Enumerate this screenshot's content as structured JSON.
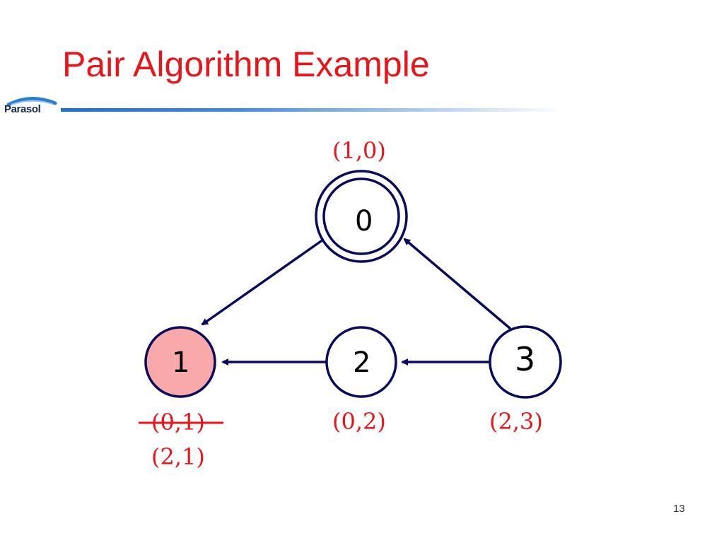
{
  "title": "Pair Algorithm Example",
  "logo": {
    "text": "Parasol"
  },
  "slide_number": "13",
  "nodes": [
    {
      "id": "0",
      "label": "0",
      "pair": "(1,0)",
      "highlighted": false,
      "root": true
    },
    {
      "id": "1",
      "label": "1",
      "pair_struck": "(0,1)",
      "pair": "(2,1)",
      "highlighted": true,
      "root": false
    },
    {
      "id": "2",
      "label": "2",
      "pair": "(0,2)",
      "highlighted": false,
      "root": false
    },
    {
      "id": "3",
      "label": "3",
      "pair": "(2,3)",
      "highlighted": false,
      "root": false
    }
  ],
  "edges": [
    {
      "from": "0",
      "to": "1"
    },
    {
      "from": "2",
      "to": "1"
    },
    {
      "from": "3",
      "to": "2"
    },
    {
      "from": "3",
      "to": "0"
    }
  ],
  "colors": {
    "title": "#e8151b",
    "edge": "#0a0a5c",
    "highlight_fill": "#f9a9a9",
    "pair_text": "#e8151b"
  }
}
